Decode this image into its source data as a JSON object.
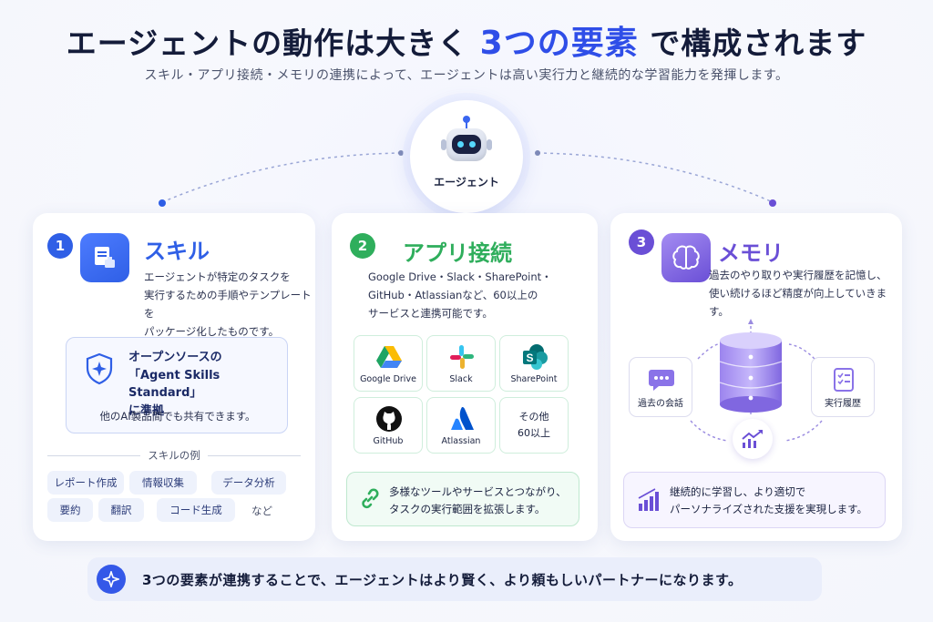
{
  "header": {
    "title_before": "エージェントの動作は大きく",
    "title_accent": "3つの要素",
    "title_after": "で構成されます",
    "subtitle": "スキル・アプリ接続・メモリの連携によって、エージェントは高い実行力と継続的な学習能力を発揮します。"
  },
  "agent": {
    "label": "エージェント",
    "icon": "robot-icon"
  },
  "colors": {
    "accent": "#2f4ee8",
    "skill": "#2f5fe6",
    "app": "#2fae5c",
    "memory": "#6a4fd6"
  },
  "skill": {
    "number": "1",
    "title": "スキル",
    "description": [
      "エージェントが特定のタスクを",
      "実行するための手順やテンプレートを",
      "パッケージ化したものです。"
    ],
    "standard": {
      "lines": [
        "オープンソースの",
        "「Agent Skills Standard」",
        "に準拠"
      ],
      "note": "他のAI製品間でも共有できます。"
    },
    "examples_heading": "スキルの例",
    "examples": [
      "レポート作成",
      "情報収集",
      "データ分析",
      "要約",
      "翻訳",
      "コード生成"
    ],
    "examples_etc": "など"
  },
  "apps": {
    "number": "2",
    "title": "アプリ接続",
    "description": [
      "Google Drive・Slack・SharePoint・",
      "GitHub・Atlassianなど、60以上の",
      "サービスと連携可能です。"
    ],
    "services": [
      "Google Drive",
      "Slack",
      "SharePoint",
      "GitHub",
      "Atlassian"
    ],
    "other": [
      "その他",
      "60以上"
    ],
    "note": [
      "多様なツールやサービスとつながり、",
      "タスクの実行範囲を拡張します。"
    ]
  },
  "memory": {
    "number": "3",
    "title": "メモリ",
    "description": [
      "過去のやり取りや実行履歴を記憶し、",
      "使い続けるほど精度が向上していきます。"
    ],
    "nodes": {
      "conversation": "過去の会話",
      "history": "実行履歴"
    },
    "note": [
      "継続的に学習し、より適切で",
      "パーソナライズされた支援を実現します。"
    ]
  },
  "footer": {
    "message": "3つの要素が連携することで、エージェントはより賢く、より頼もしいパートナーになります。"
  }
}
